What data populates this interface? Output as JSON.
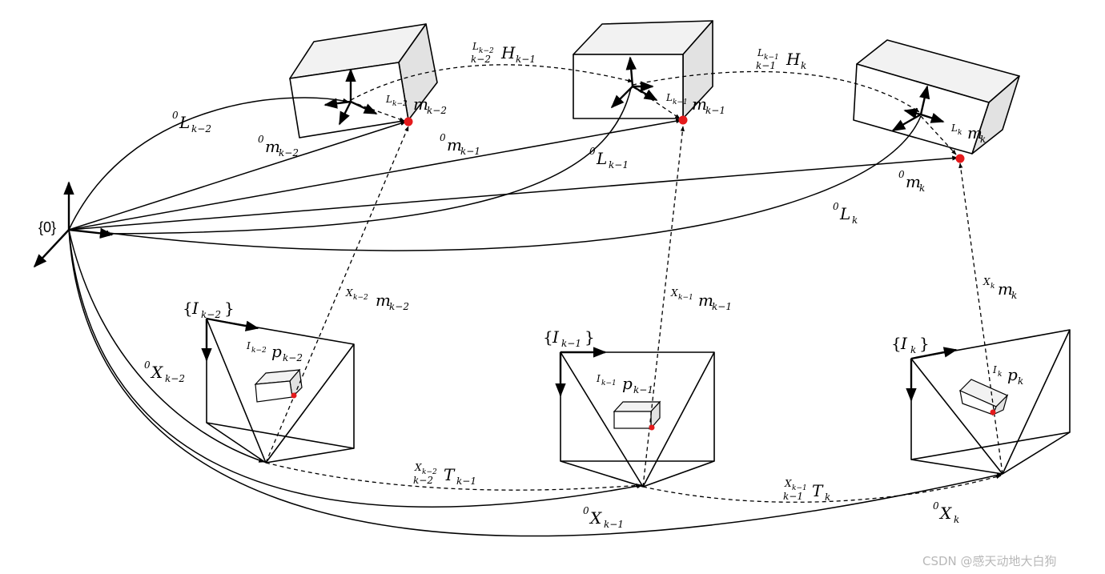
{
  "origin": {
    "label": "{0}"
  },
  "frames": [
    {
      "id": "k-2",
      "object_label": "m",
      "object_sup": "L",
      "object_sup_sub": "k−2",
      "object_sub": "k−2",
      "image_frame": "I",
      "image_frame_sub": "k−2",
      "pixel_label": "p",
      "pixel_sup": "I",
      "pixel_sup_sub": "k−2",
      "pixel_sub": "k−2"
    },
    {
      "id": "k-1",
      "object_label": "m",
      "object_sup": "L",
      "object_sup_sub": "k−1",
      "object_sub": "k−1",
      "image_frame": "I",
      "image_frame_sub": "k−1",
      "pixel_label": "p",
      "pixel_sup": "I",
      "pixel_sup_sub": "k−1",
      "pixel_sub": "k−1"
    },
    {
      "id": "k",
      "object_label": "m",
      "object_sup": "L",
      "object_sup_sub": "k",
      "object_sub": "k",
      "image_frame": "I",
      "image_frame_sub": "k",
      "pixel_label": "p",
      "pixel_sup": "I",
      "pixel_sup_sub": "k",
      "pixel_sub": "k"
    }
  ],
  "labels": {
    "L_km2": {
      "sup": "0",
      "main": "L",
      "sub": "k−2"
    },
    "m0_km2": {
      "sup": "0",
      "main": "m",
      "sub": "k−2"
    },
    "m0_km1": {
      "sup": "0",
      "main": "m",
      "sub": "k−1"
    },
    "L_km1": {
      "sup": "0",
      "main": "L",
      "sub": "k−1"
    },
    "m0_k": {
      "sup": "0",
      "main": "m",
      "sub": "k"
    },
    "L_k": {
      "sup": "0",
      "main": "L",
      "sub": "k"
    },
    "H_km1": {
      "pre_sup": "L",
      "pre_sup_sub": "k−2",
      "pre_sub": "k−2",
      "main": "H",
      "sub": "k−1"
    },
    "H_k": {
      "pre_sup": "L",
      "pre_sup_sub": "k−1",
      "pre_sub": "k−1",
      "main": "H",
      "sub": "k"
    },
    "Xm_km2": {
      "sup": "X",
      "sup_sub": "k−2",
      "main": "m",
      "sub": "k−2"
    },
    "Xm_km1": {
      "sup": "X",
      "sup_sub": "k−1",
      "main": "m",
      "sub": "k−1"
    },
    "Xm_k": {
      "sup": "X",
      "sup_sub": "k",
      "main": "m",
      "sub": "k"
    },
    "X_km2": {
      "sup": "0",
      "main": "X",
      "sub": "k−2"
    },
    "X_km1": {
      "sup": "0",
      "main": "X",
      "sub": "k−1"
    },
    "X_k": {
      "sup": "0",
      "main": "X",
      "sub": "k"
    },
    "T_km1": {
      "pre_sup": "X",
      "pre_sup_sub": "k−2",
      "pre_sub": "k−2",
      "main": "T",
      "sub": "k−1"
    },
    "T_k": {
      "pre_sup": "X",
      "pre_sup_sub": "k−1",
      "pre_sub": "k−1",
      "main": "T",
      "sub": "k"
    }
  },
  "colors": {
    "point": "#e41a1c",
    "line": "#000000",
    "box_top": "#f2f2f2",
    "box_side": "#e2e2e2"
  },
  "watermark": "CSDN @感天动地大白狗"
}
